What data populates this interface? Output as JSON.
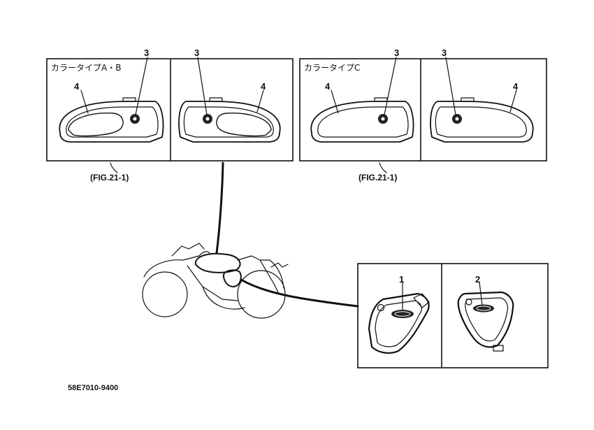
{
  "panels": {
    "ab": {
      "title": "カラータイプA・B"
    },
    "c": {
      "title": "カラータイプC"
    }
  },
  "callouts": {
    "p1": {
      "a": "4",
      "b": "3"
    },
    "p2": {
      "a": "3",
      "b": "4"
    },
    "p3": {
      "a": "4",
      "b": "3"
    },
    "p4": {
      "a": "3",
      "b": "4"
    },
    "p5": {
      "a": "1"
    },
    "p6": {
      "a": "2"
    }
  },
  "figure_refs": {
    "left": "(FIG.21-1)",
    "right": "(FIG.21-1)"
  },
  "drawing_number": "58E7010-9400"
}
